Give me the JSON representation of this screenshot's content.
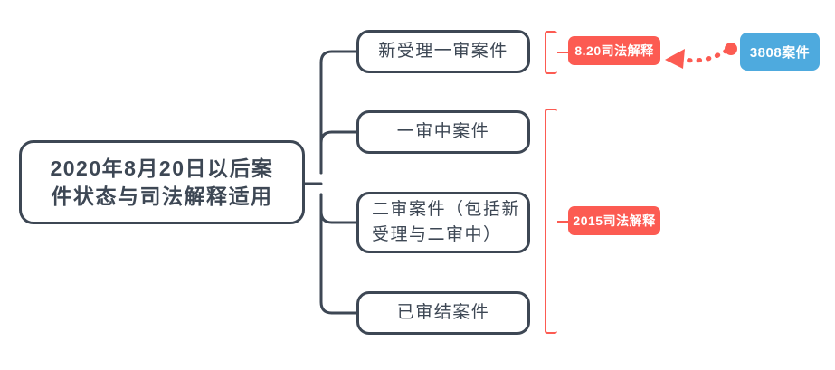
{
  "diagram": {
    "type": "mind-map",
    "title": "2020年8月20日以后案件状态与司法解释适用",
    "root": {
      "label": "2020年8月20日以后案件状态与司法解释适用",
      "line1": "2020年8月20日以后案",
      "line2": "件状态与司法解释适用"
    },
    "branches": [
      {
        "id": "new-first-instance",
        "label": "新受理一审案件",
        "group": "8.20司法解释"
      },
      {
        "id": "in-first-instance",
        "label": "一审中案件",
        "group": "2015司法解释"
      },
      {
        "id": "second-instance",
        "label": "二审案件（包括新受理与二审中）",
        "group": "2015司法解释"
      },
      {
        "id": "concluded",
        "label": "已审结案件",
        "group": "2015司法解释"
      }
    ],
    "groups": [
      {
        "id": "group-820",
        "label": "8.20司法解释",
        "color": "#fc5b52",
        "members": [
          "new-first-instance"
        ]
      },
      {
        "id": "group-2015",
        "label": "2015司法解释",
        "color": "#fc5b52",
        "members": [
          "in-first-instance",
          "second-instance",
          "concluded"
        ]
      }
    ],
    "annotation": {
      "source_label": "3808案件",
      "source_color": "#4eaade",
      "target_label": "8.20司法解释",
      "arrow_style": "dotted",
      "arrow_color": "#fc5b52",
      "arrow_direction": "right-to-left"
    },
    "colors": {
      "node_border": "#3d4754",
      "node_text": "#3d4754",
      "node_fill": "#ffffff",
      "accent_red": "#fc5b52",
      "accent_blue": "#4eaade",
      "background": "#ffffff"
    }
  }
}
